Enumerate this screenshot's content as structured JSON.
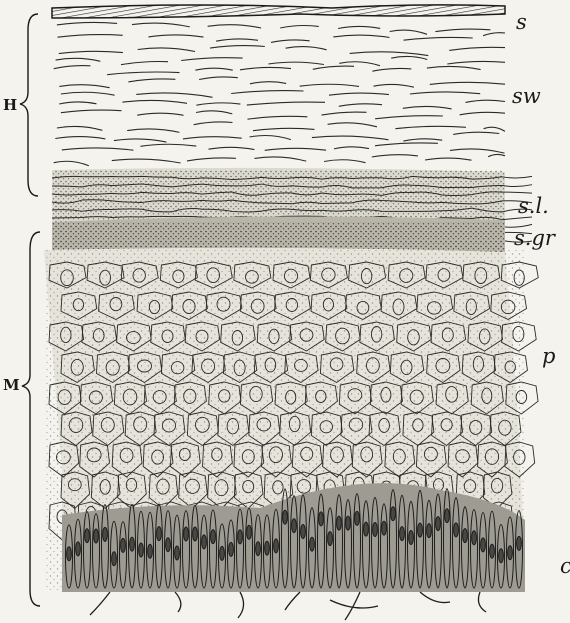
{
  "figure": {
    "palette": {
      "paper": "#f4f3ee",
      "ink": "#1a1a1a",
      "stipple_light": "#e2e0d6",
      "stipple_mid": "#cfccc0",
      "basal_dark": "#9e9b92"
    },
    "region_labels": {
      "upper": "H",
      "lower": "M"
    },
    "layer_labels": {
      "top": "s",
      "loose_scales": "sw",
      "lucid": "s.l.",
      "granular": "s.gr",
      "prickle": "p",
      "basal": "c"
    }
  }
}
